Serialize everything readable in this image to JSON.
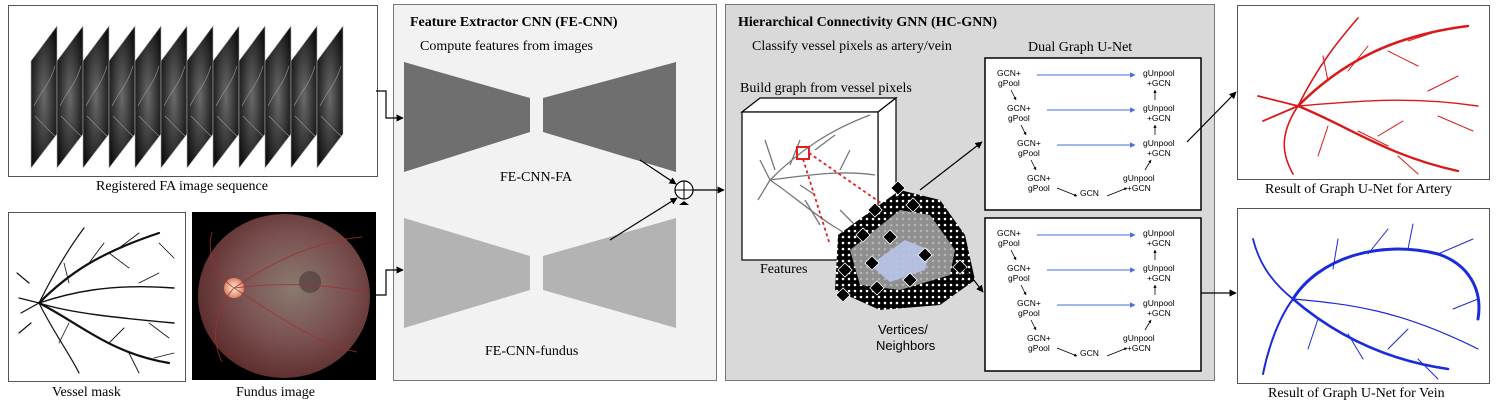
{
  "inputs": {
    "fa_caption": "Registered FA image sequence",
    "vessel_caption": "Vessel mask",
    "fundus_caption": "Fundus image"
  },
  "fe_cnn": {
    "title": "Feature Extractor CNN (FE-CNN)",
    "subtitle": "Compute features from images",
    "branch_fa": "FE-CNN-FA",
    "branch_fundus": "FE-CNN-fundus"
  },
  "hc_gnn": {
    "title": "Hierarchical Connectivity GNN (HC-GNN)",
    "subtitle": "Classify vessel pixels as artery/vein",
    "build_graph": "Build graph from vessel pixels",
    "features": "Features",
    "vertices_1": "Vertices/",
    "vertices_2": "Neighbors",
    "unet_title": "Dual Graph U-Net",
    "unet": {
      "gcn_gpool_1": "GCN+",
      "gcn_gpool_2": "gPool",
      "gunpool_1": "gUnpool",
      "gunpool_2": "+GCN",
      "gcn": "GCN"
    }
  },
  "outputs": {
    "artery_caption": "Result of Graph U-Net for Artery",
    "vein_caption": "Result of Graph U-Net for Vein"
  },
  "colors": {
    "panel_bg": "#f2f2f2",
    "panel_bg_dark": "#d9d9d9",
    "artery": "#d91a1a",
    "vein": "#1a2bd9",
    "skip_arrow": "#4a6fd9"
  }
}
